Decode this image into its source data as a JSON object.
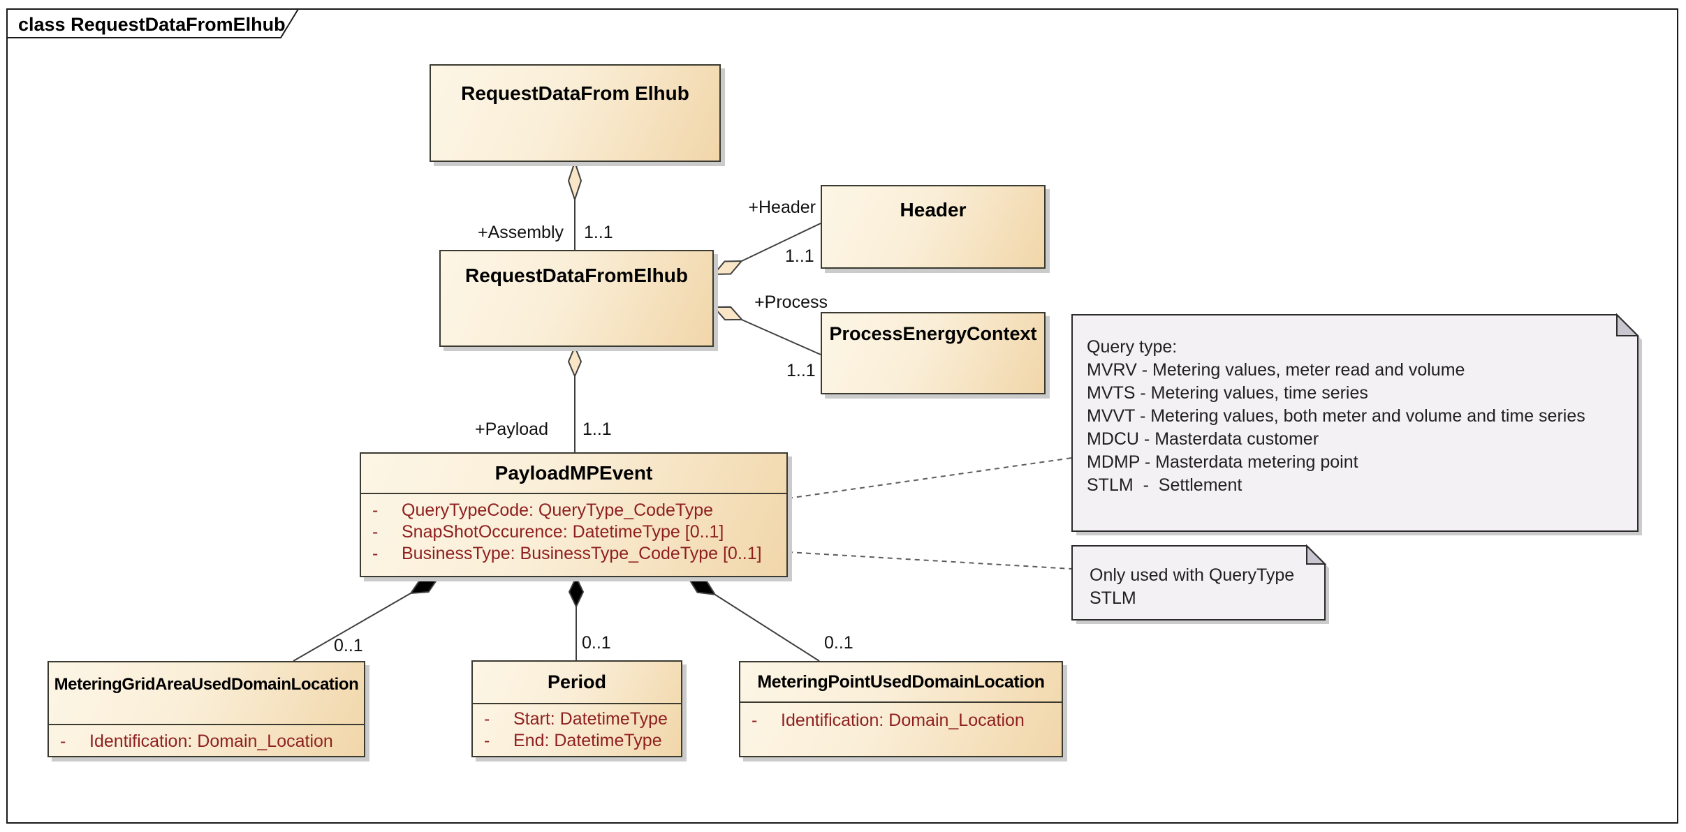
{
  "frame": {
    "tab_label": "class RequestDataFromElhub"
  },
  "visibility_marker": "-",
  "classes": [
    {
      "name": "RequestDataFrom Elhub",
      "attributes": []
    },
    {
      "name": "RequestDataFromElhub",
      "attributes": []
    },
    {
      "name": "Header",
      "attributes": []
    },
    {
      "name": "ProcessEnergyContext",
      "attributes": []
    },
    {
      "name": "PayloadMPEvent",
      "attributes": [
        "QueryTypeCode: QueryType_CodeType",
        "SnapShotOccurence: DatetimeType [0..1]",
        "BusinessType: BusinessType_CodeType [0..1]"
      ]
    },
    {
      "name": "MeteringGridAreaUsedDomainLocation",
      "attributes": [
        "Identification: Domain_Location"
      ]
    },
    {
      "name": "Period",
      "attributes": [
        "Start: DatetimeType",
        "End: DatetimeType"
      ]
    },
    {
      "name": "MeteringPointUsedDomainLocation",
      "attributes": [
        "Identification: Domain_Location"
      ]
    }
  ],
  "edges": {
    "assembly": {
      "role": "+Assembly",
      "multiplicity": "1..1"
    },
    "header": {
      "role": "+Header",
      "multiplicity": "1..1"
    },
    "process": {
      "role": "+Process",
      "multiplicity": "1..1"
    },
    "payload": {
      "role": "+Payload",
      "multiplicity": "1..1"
    },
    "grid_area": {
      "multiplicity": "0..1"
    },
    "period": {
      "multiplicity": "0..1"
    },
    "metering_point": {
      "multiplicity": "0..1"
    }
  },
  "notes": [
    {
      "lines": [
        "Query type:",
        "MVRV - Metering values, meter read and volume",
        "MVTS - Metering values, time series",
        "MVVT - Metering values, both meter and volume and time series",
        "MDCU - Masterdata customer",
        "MDMP - Masterdata metering point",
        "STLM  -  Settlement"
      ]
    },
    {
      "lines": [
        "Only used with QueryType",
        "STLM"
      ]
    }
  ],
  "colors": {
    "class_fill_light": "#fdf6e6",
    "class_fill_dark": "#f1d6a9",
    "class_border": "#3a3a30",
    "attribute_text": "#8e1f1f",
    "note_fill": "#f4f1f5",
    "note_fold": "#c9c6d0",
    "shadow": "#cbcbcb",
    "connector": "#3f3f3f"
  }
}
